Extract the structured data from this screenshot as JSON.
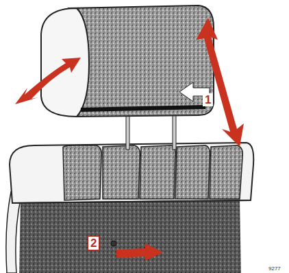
{
  "diagram": {
    "labels": [
      "1",
      "2",
      "9277"
    ]
  }
}
